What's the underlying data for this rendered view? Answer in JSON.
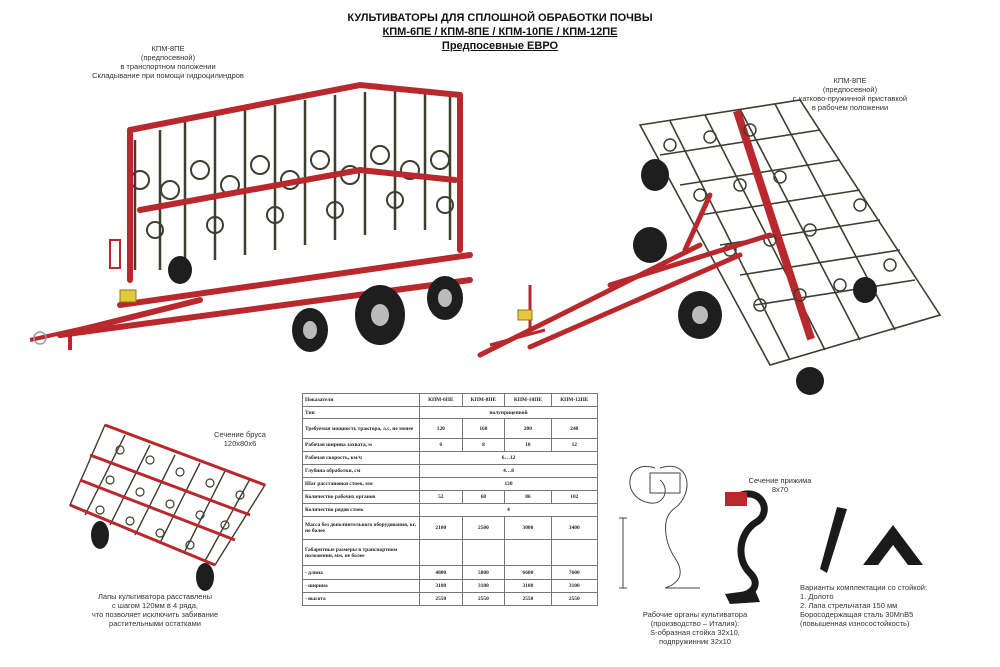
{
  "header": {
    "title": "КУЛЬТИВАТОРЫ ДЛЯ СПЛОШНОЙ ОБРАБОТКИ ПОЧВЫ",
    "models": "КПМ-6ПЕ / КПМ-8ПЕ / КПМ-10ПЕ / КПМ-12ПЕ",
    "series": "Предпосевные ЕВРО"
  },
  "captions": {
    "transport": [
      "КПМ-8ПЕ",
      "(предпосевной)",
      "в транспортном положении",
      "Складывание при помощи гидроцилиндров"
    ],
    "working": [
      "КПМ-8ПЕ",
      "(предпосевной)",
      "с катково-пружинной приставкой",
      "в рабочем положении"
    ],
    "beam": [
      "Сечение бруса",
      "120х80х6"
    ],
    "paws": [
      "Лапы культиватора расставлены",
      "с шагом 120мм в 4 ряда,",
      "что позволяет исключить забивание",
      "растительными остатками"
    ],
    "clamp": [
      "Сечение прижима",
      "8х70"
    ],
    "organs": [
      "Рабочие органы культиватора",
      "(производство – Италия):",
      "S-образная стойка 32х10,",
      "подпружинник 32х10"
    ],
    "variants": [
      "Варианты комплектации со стойкой:",
      "1. Долото",
      "2. Лапа стрельчатая 150 мм",
      "Боросодержащая сталь 30MnB5",
      "(повышенная износостойкость)"
    ]
  },
  "table": {
    "columns": [
      "Показатели",
      "КПМ-6ПЕ",
      "КПМ-8ПЕ",
      "КПМ-10ПЕ",
      "КПМ-12ПЕ"
    ],
    "rows": [
      {
        "label": "Тип",
        "merged": "полуприцепной"
      },
      {
        "label": "Требуемая мощность трактора, л.с, не менее",
        "values": [
          "120",
          "160",
          "200",
          "240"
        ]
      },
      {
        "label": "Рабочая ширина захвата, м",
        "values": [
          "6",
          "8",
          "10",
          "12"
        ]
      },
      {
        "label": "Рабочая скорость, км/ч",
        "merged": "6…12"
      },
      {
        "label": "Глубина обработки, см",
        "merged": "4…8"
      },
      {
        "label": "Шаг расстановки стоек, мм",
        "merged": "120"
      },
      {
        "label": "Количество рабочих органов",
        "values": [
          "52",
          "68",
          "86",
          "102"
        ]
      },
      {
        "label": "Количество рядов стоек",
        "merged": "4"
      },
      {
        "label": "Масса без дополнительного оборудования, кг, не более",
        "values": [
          "2100",
          "2500",
          "3000",
          "3400"
        ]
      },
      {
        "label": "Габаритные размеры в транспортном положении, мм, не более",
        "values": [
          "",
          "",
          "",
          ""
        ]
      },
      {
        "label": "- длина",
        "values": [
          "4800",
          "5800",
          "6600",
          "7600"
        ]
      },
      {
        "label": "- ширина",
        "values": [
          "3100",
          "3100",
          "3100",
          "3100"
        ]
      },
      {
        "label": "- высота",
        "values": [
          "2550",
          "2550",
          "2550",
          "2550"
        ]
      }
    ]
  },
  "colors": {
    "frame": "#b8282c",
    "tine": "#3a3f2e",
    "wheel": "#1e1e1e"
  }
}
